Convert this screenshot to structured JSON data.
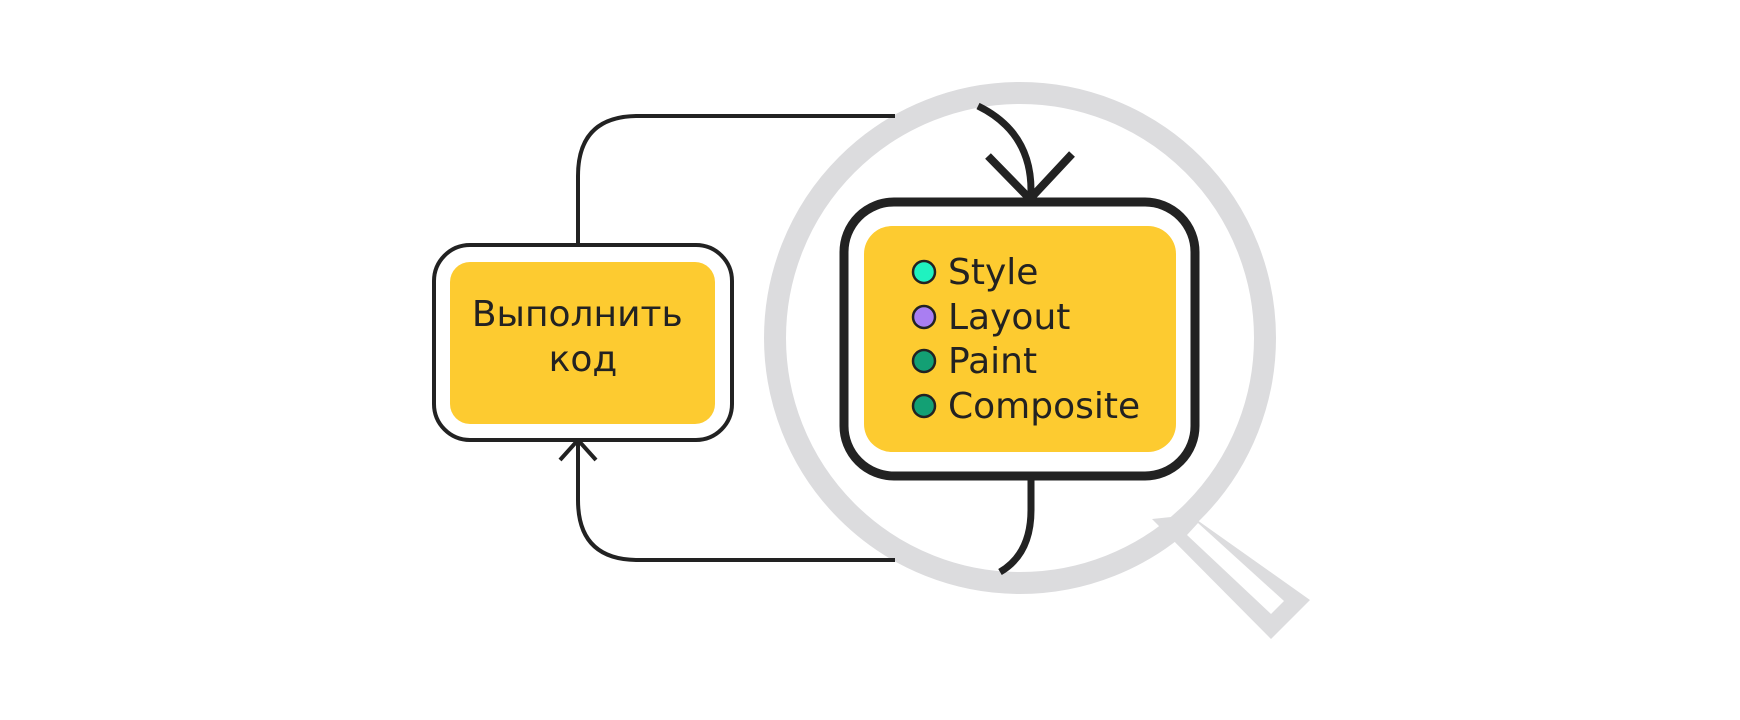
{
  "diagram": {
    "run_box": {
      "line1": "Выполнить",
      "line2": "код"
    },
    "render_box": {
      "items": [
        {
          "label": "Style",
          "dot_color": "#1ff2c0"
        },
        {
          "label": "Layout",
          "dot_color": "#a97ef2"
        },
        {
          "label": "Paint",
          "dot_color": "#13a074"
        },
        {
          "label": "Composite",
          "dot_color": "#13a074"
        }
      ]
    },
    "icons": [
      "magnifier-icon"
    ]
  },
  "colors": {
    "box_fill": "#fdcb30",
    "stroke": "#222222",
    "magnifier": "#dcdcde",
    "background": "#ffffff"
  }
}
